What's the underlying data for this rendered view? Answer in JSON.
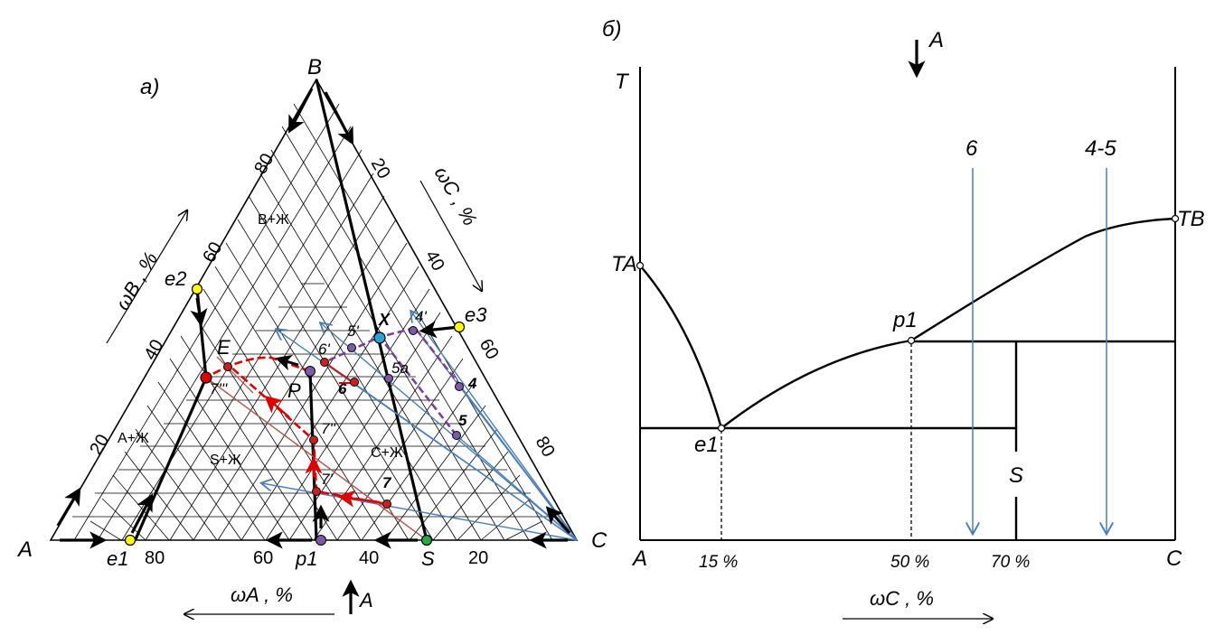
{
  "left": {
    "panel_label": "а)",
    "vertices": {
      "A": "A",
      "B": "B",
      "C": "C"
    },
    "ticks_A": [
      "80",
      "60",
      "40",
      "20"
    ],
    "ticks_B": [
      "20",
      "40",
      "60",
      "80"
    ],
    "ticks_C": [
      "20",
      "40",
      "60",
      "80"
    ],
    "axis_labels": {
      "wA": "ωA , %",
      "wB": "ωB , %",
      "wC": "ωC , %"
    },
    "regions": {
      "BL": "B+Ж",
      "AL": "A+Ж",
      "SL": "S+Ж",
      "CL": "C+Ж"
    },
    "points": {
      "e1": "e1",
      "e2": "e2",
      "e3": "e3",
      "E": "E",
      "P": "P",
      "p1": "p1",
      "S": "S",
      "X": "X",
      "p4": "4",
      "p4p": "4'",
      "p5": "5",
      "p5p": "5'",
      "p5a": "5a",
      "p6": "6",
      "p6p": "6'",
      "p7": "7",
      "p7p": "7'",
      "p7pp": "7''",
      "p7ppp": "7'''"
    },
    "arrow_label": "A"
  },
  "right": {
    "panel_label": "б)",
    "top_arrow_label": "A",
    "y_axis_label": "T",
    "x_left_label": "A",
    "x_right_label": "C",
    "TA": "TA",
    "TB": "TB",
    "e1": "e1",
    "p1": "p1",
    "S": "S",
    "x_ticks": [
      "15 %",
      "50 %",
      "70 %"
    ],
    "x_axis_label": "ωC , %",
    "cooling_paths": [
      "6",
      "4-5"
    ],
    "cooling_color": "#4a7fb5"
  }
}
